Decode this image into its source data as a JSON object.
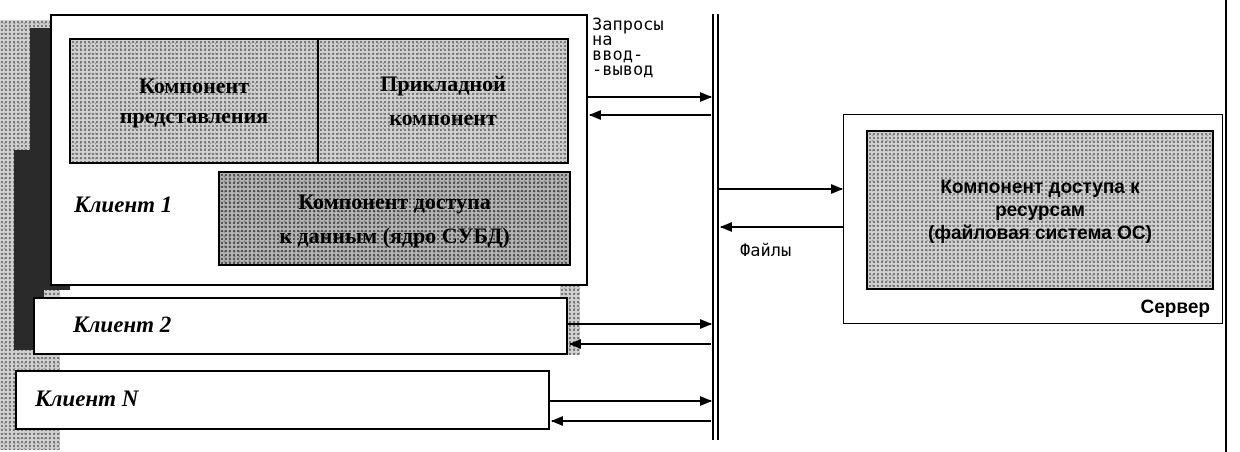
{
  "clients": {
    "client1": {
      "label": "Клиент 1",
      "presentation": [
        "Компонент",
        "представления"
      ],
      "application": [
        "Прикладной",
        "компонент"
      ],
      "data_access": [
        "Компонент доступа",
        "к данным (ядро СУБД)"
      ]
    },
    "client2": {
      "label": "Клиент 2"
    },
    "clientN": {
      "label": "Клиент N"
    }
  },
  "bus": {
    "requests_label": [
      "Запросы",
      "на",
      "ввод-",
      "-вывод"
    ],
    "files_label": "Файлы"
  },
  "server": {
    "label": "Сервер",
    "resource_access": [
      "Компонент доступа к",
      "ресурсам",
      "(файловая система ОС)"
    ]
  }
}
